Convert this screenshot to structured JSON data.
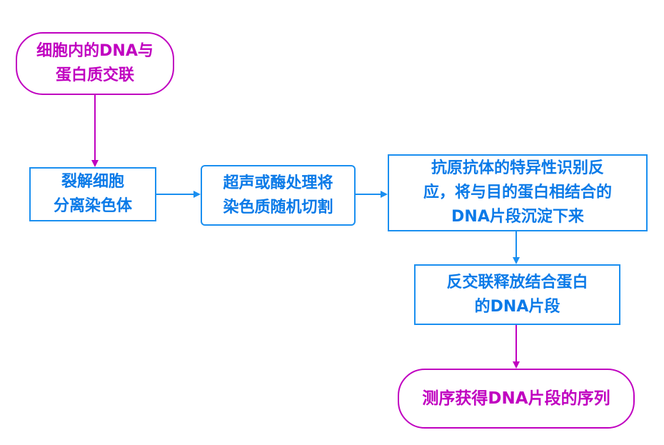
{
  "diagram": {
    "nodes": [
      {
        "id": "start",
        "lines": [
          "细胞内的DNA与",
          "蛋白质交联"
        ]
      },
      {
        "id": "lysis",
        "lines": [
          "裂解细胞",
          "分离染色体"
        ]
      },
      {
        "id": "shear",
        "lines": [
          "超声或酶处理将",
          "染色质随机切割"
        ]
      },
      {
        "id": "ip",
        "lines": [
          "抗原抗体的特异性识别反",
          "应，将与目的蛋白相结合的",
          "DNA片段沉淀下来"
        ]
      },
      {
        "id": "rev",
        "lines": [
          "反交联释放结合蛋白",
          "的DNA片段"
        ]
      },
      {
        "id": "seq",
        "lines": [
          "测序获得DNA片段的序列"
        ]
      }
    ],
    "edges": [
      {
        "from": "start",
        "to": "lysis"
      },
      {
        "from": "lysis",
        "to": "shear"
      },
      {
        "from": "shear",
        "to": "ip"
      },
      {
        "from": "ip",
        "to": "rev"
      },
      {
        "from": "rev",
        "to": "seq"
      }
    ],
    "colors": {
      "terminal": "#c000c0",
      "process": "#1a8ff0",
      "process_text": "#0a7ae8"
    }
  }
}
